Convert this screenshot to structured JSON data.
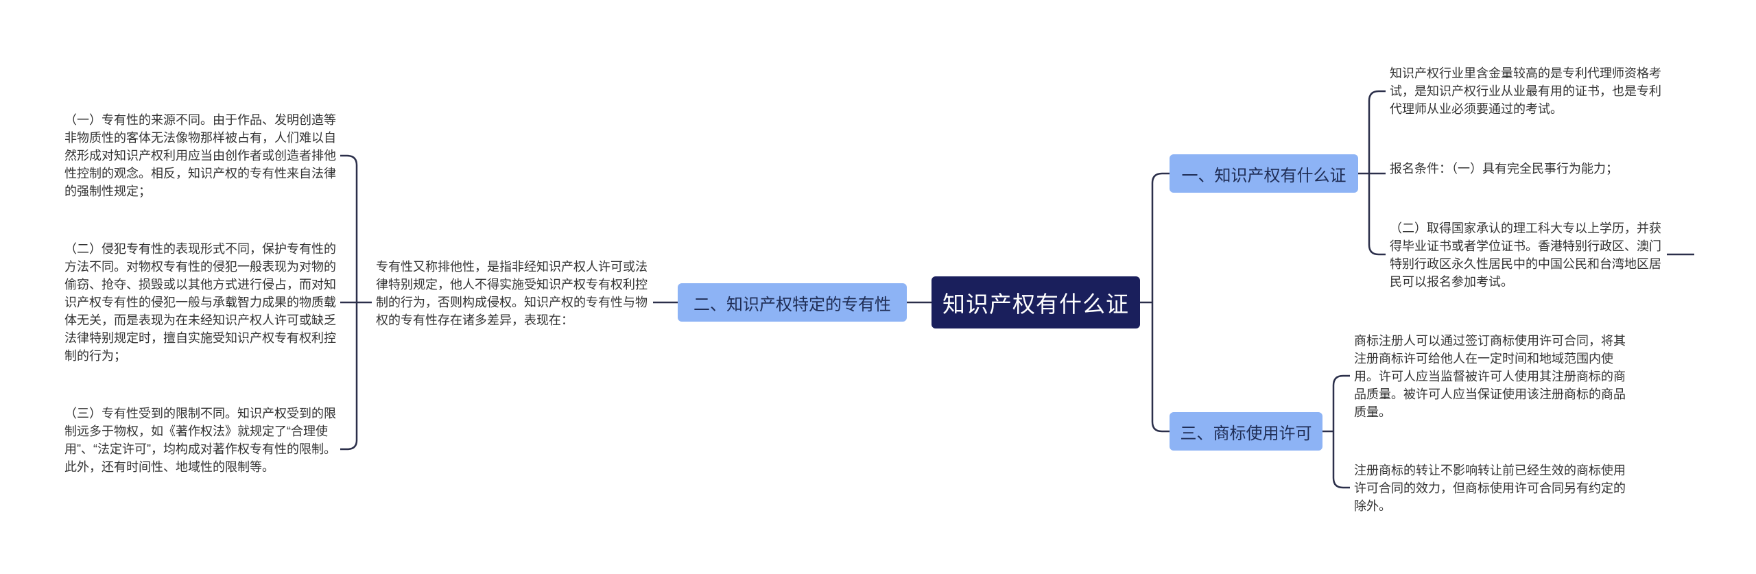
{
  "root": {
    "title": "知识产权有什么证"
  },
  "branches": {
    "left": {
      "label": "二、知识产权特定的专有性",
      "intro": "专有性又称排他性，是指非经知识产权人许可或法律特别规定，他人不得实施受知识产权专有权利控制的行为，否则构成侵权。知识产权的专有性与物权的专有性存在诸多差异，表现在：",
      "items": [
        "（一）专有性的来源不同。由于作品、发明创造等非物质性的客体无法像物那样被占有，人们难以自然形成对知识产权利用应当由创作者或创造者排他性控制的观念。相反，知识产权的专有性来自法律的强制性规定；",
        "（二）侵犯专有性的表现形式不同，保护专有性的方法不同。对物权专有性的侵犯一般表现为对物的偷窃、抢夺、损毁或以其他方式进行侵占，而对知识产权专有性的侵犯一般与承载智力成果的物质载体无关，而是表现为在未经知识产权人许可或缺乏法律特别规定时，擅自实施受知识产权专有权利控制的行为；",
        "（三）专有性受到的限制不同。知识产权受到的限制远多于物权，如《著作权法》就规定了“合理使用”、“法定许可”，均构成对著作权专有性的限制。此外，还有时间性、地域性的限制等。"
      ]
    },
    "right_top": {
      "label": "一、知识产权有什么证",
      "items": [
        "知识产权行业里含金量较高的是专利代理师资格考试，是知识产权行业从业最有用的证书，也是专利代理师从业必须要通过的考试。",
        "报名条件：（一）具有完全民事行为能力；",
        "（二）取得国家承认的理工科大专以上学历，并获得毕业证书或者学位证书。香港特别行政区、澳门特别行政区永久性居民中的中国公民和台湾地区居民可以报名参加考试。"
      ]
    },
    "right_bottom": {
      "label": "三、商标使用许可",
      "items": [
        "商标注册人可以通过签订商标使用许可合同，将其注册商标许可给他人在一定时间和地域范围内使用。许可人应当监督被许可人使用其注册商标的商品质量。被许可人应当保证使用该注册商标的商品质量。",
        "注册商标的转让不影响转让前已经生效的商标使用许可合同的效力，但商标使用许可合同另有约定的除外。"
      ]
    }
  },
  "colors": {
    "root": "#1a1f5c",
    "branch": "#8db3f5",
    "line": "#2b2f4a"
  }
}
